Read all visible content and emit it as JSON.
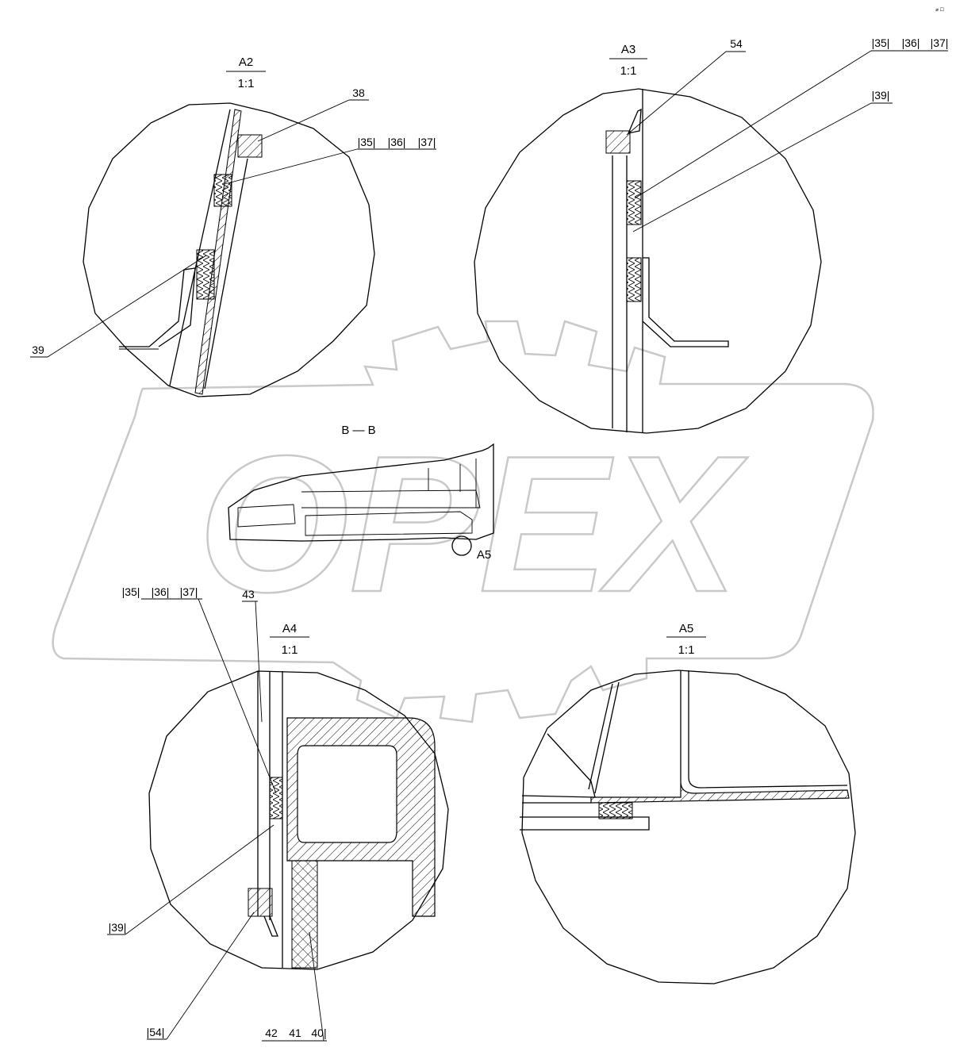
{
  "corner_note": "⌀ ☐",
  "watermark": {
    "text": "OPEX",
    "color": "#c9c9c9"
  },
  "views": {
    "a2": {
      "name": "A2",
      "scale": "1:1"
    },
    "a3": {
      "name": "A3",
      "scale": "1:1"
    },
    "a4": {
      "name": "A4",
      "scale": "1:1"
    },
    "a5": {
      "name": "A5",
      "scale": "1:1"
    },
    "section": {
      "name": "B — B",
      "callout": "A5"
    }
  },
  "callouts": {
    "a2": {
      "p38": "38",
      "p35": "|35|",
      "p36": "|36|",
      "p37": "|37|",
      "p39": "39"
    },
    "a3": {
      "p54": "54",
      "p35": "|35|",
      "p36": "|36|",
      "p37": "|37|",
      "p39": "|39|"
    },
    "a4": {
      "p35": "|35|",
      "p36": "|36|",
      "p37": "|37|",
      "p43": "43",
      "p39": "|39|",
      "p54": "|54|",
      "p42": "42",
      "p41": "41",
      "p40": "40|"
    }
  }
}
